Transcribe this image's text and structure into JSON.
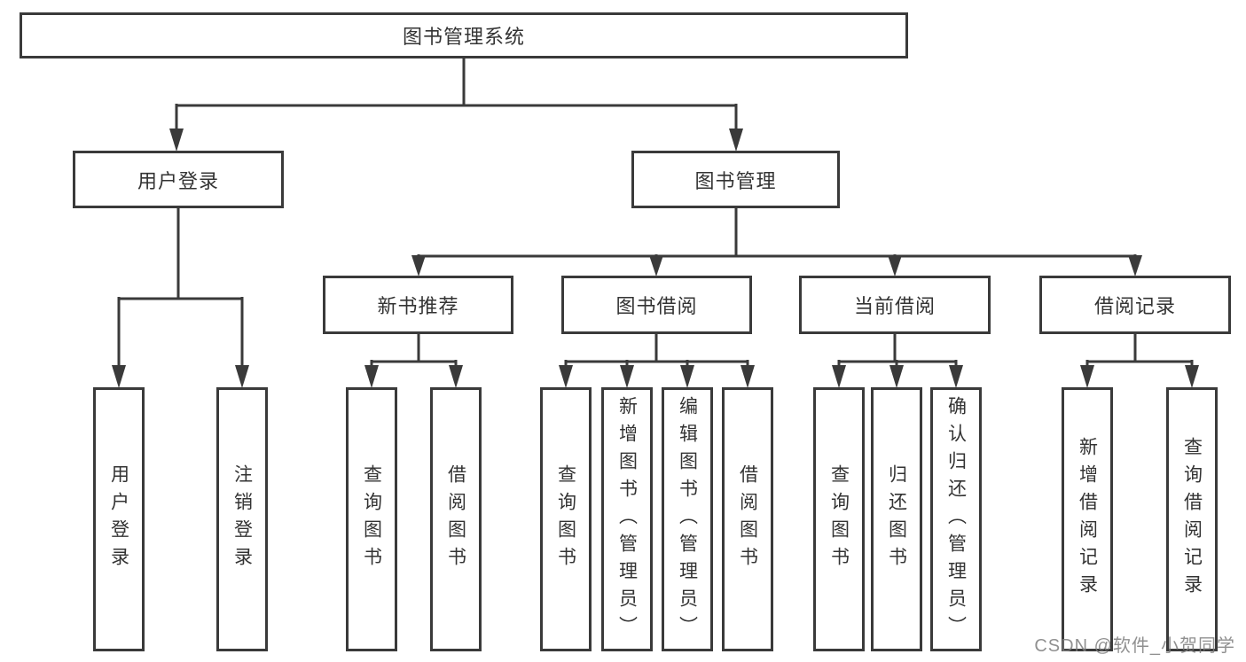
{
  "diagram": {
    "title": "图书管理系统",
    "colors": {
      "line": "#3a3a3a",
      "box_border": "#3a3a3a",
      "box_background": "#ffffff",
      "text": "#333333",
      "watermark_text_color": "#7d7d7d",
      "background": "#ffffff"
    },
    "tree": {
      "root": {
        "label": "图书管理系统"
      },
      "branches": [
        {
          "label": "用户登录",
          "children": [
            {
              "label": "用户登录"
            },
            {
              "label": "注销登录"
            }
          ]
        },
        {
          "label": "图书管理",
          "children": [
            {
              "label": "新书推荐",
              "children": [
                {
                  "label": "查询图书"
                },
                {
                  "label": "借阅图书"
                }
              ]
            },
            {
              "label": "图书借阅",
              "children": [
                {
                  "label": "查询图书"
                },
                {
                  "label": "新增图书（管理员）"
                },
                {
                  "label": "编辑图书（管理员）"
                },
                {
                  "label": "借阅图书"
                }
              ]
            },
            {
              "label": "当前借阅",
              "children": [
                {
                  "label": "查询图书"
                },
                {
                  "label": "归还图书"
                },
                {
                  "label": "确认归还（管理员）"
                }
              ]
            },
            {
              "label": "借阅记录",
              "children": [
                {
                  "label": "新增借阅记录"
                },
                {
                  "label": "查询借阅记录"
                }
              ]
            }
          ]
        }
      ]
    },
    "watermark": {
      "text": "CSDN @软件_小贺同学"
    }
  }
}
